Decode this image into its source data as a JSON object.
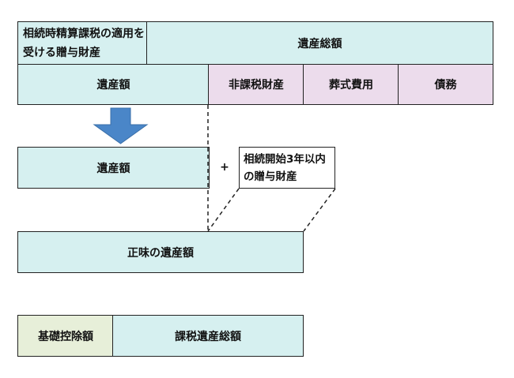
{
  "top_row": {
    "special_property_label": "相続時精算課税の適用を受ける贈与財産",
    "total_estate_label": "遺産総額"
  },
  "second_row": {
    "estate_amount": "遺産額",
    "non_taxable": "非課税財産",
    "funeral_expenses": "葬式費用",
    "debts": "債務"
  },
  "third_row": {
    "estate_amount": "遺産額",
    "plus_sign": "+",
    "gifts_within_3_years": "相続開始3年以内の贈与財産"
  },
  "net_estate": "正味の遺産額",
  "bottom_row": {
    "basic_deduction": "基礎控除額",
    "taxable_total": "課税遺産総額"
  },
  "colors": {
    "cyan": "#d6f0f0",
    "pink": "#ecdcec",
    "green": "#e7efd9",
    "arrow": "#4a86c8"
  }
}
